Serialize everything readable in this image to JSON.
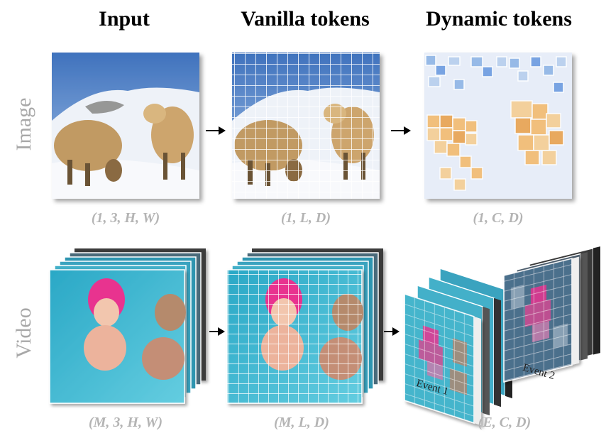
{
  "columns": {
    "input": "Input",
    "vanilla": "Vanilla tokens",
    "dynamic": "Dynamic tokens"
  },
  "rows": {
    "image": "Image",
    "video": "Video"
  },
  "shapes": {
    "image_input": "(1, 3, H, W)",
    "image_vanilla": "(1, L, D)",
    "image_dynamic": "(1, C, D)",
    "video_input": "(M, 3, H, W)",
    "video_vanilla": "(M, L, D)",
    "video_dynamic": "(E, C, D)"
  },
  "events": {
    "event1": "Event 1",
    "event2": "Event 2"
  },
  "colors": {
    "sky": "#5c8fd0",
    "snow": "#f1f4fa",
    "sheep": "#c7a067",
    "water": "#3fb2c8",
    "pink": "#e8338f",
    "token_orange": "#f3b766",
    "token_blue": "#8fb5e6",
    "grid_line": "#ffffff"
  }
}
